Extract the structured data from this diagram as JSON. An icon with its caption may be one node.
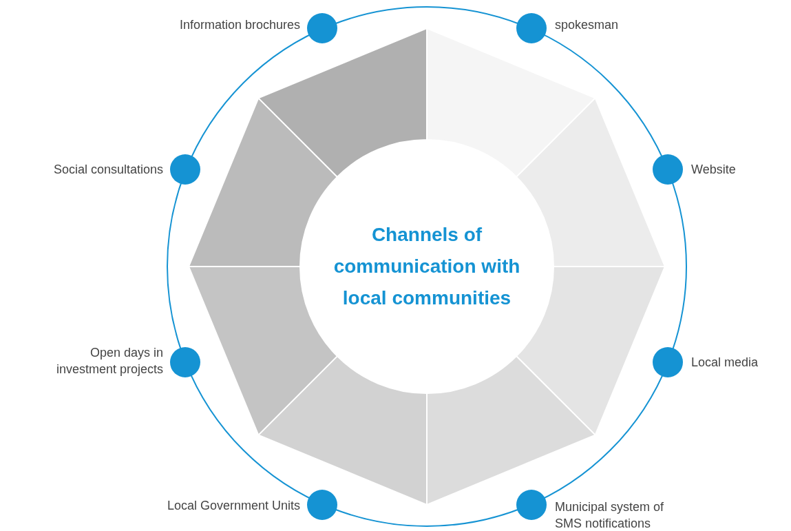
{
  "diagram": {
    "nodes": [
      {
        "text": [
          "Channels of communication with local communities"
        ]
      },
      {
        "text": [],
        "shape": "circle",
        "beside": [
          "Information brochures"
        ]
      },
      {
        "text": [],
        "shape": "circle",
        "beside": [
          "spokesman"
        ]
      },
      {
        "text": [],
        "shape": "circle",
        "beside": [
          "Social consultations"
        ]
      },
      {
        "text": [],
        "shape": "circle",
        "beside": [
          "Website"
        ]
      },
      {
        "text": [],
        "shape": "circle",
        "beside": [
          "Open days in investment projects"
        ]
      },
      {
        "text": [],
        "shape": "circle",
        "beside": [
          "Local media"
        ]
      },
      {
        "text": [],
        "shape": "circle",
        "beside": [
          "Local Government Units"
        ]
      },
      {
        "text": [],
        "shape": "circle",
        "beside": [
          "Municipal system of SMS notifications"
        ]
      }
    ]
  }
}
